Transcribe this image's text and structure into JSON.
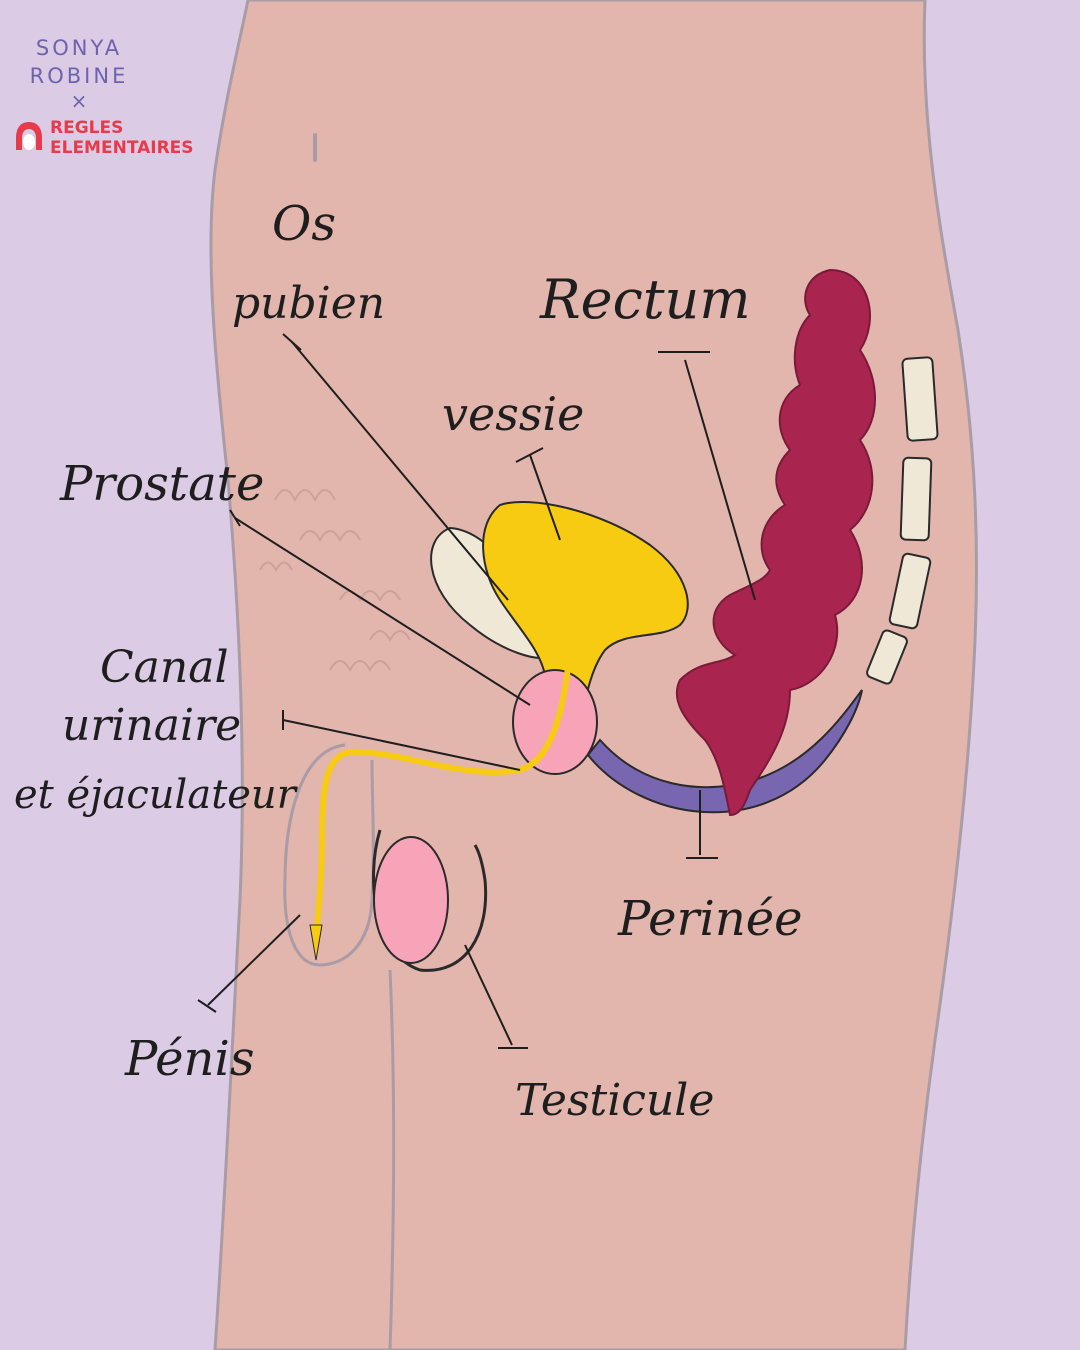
{
  "credit": {
    "author_line1": "SONYA",
    "author_line2": "ROBINE",
    "separator": "×",
    "brand_line1": "REGLES",
    "brand_line2": "ELEMENTAIRES"
  },
  "labels": {
    "os_pubien_1": "Os",
    "os_pubien_2": "pubien",
    "rectum": "Rectum",
    "vessie": "vessie",
    "prostate": "Prostate",
    "canal_1": "Canal",
    "canal_2": "urinaire",
    "canal_3": "et éjaculateur",
    "perinee": "Perinée",
    "penis": "Pénis",
    "testicule": "Testicule"
  },
  "colors": {
    "background": "#dccbe4",
    "skin": "#e2b5ad",
    "bladder": "#f8cb13",
    "rectum": "#aa2450",
    "perineum": "#7867b0",
    "prostate": "#f7a4b9",
    "bone": "#f0e8d6",
    "outline": "#1e1e1e",
    "brand": "#e53b4a"
  }
}
